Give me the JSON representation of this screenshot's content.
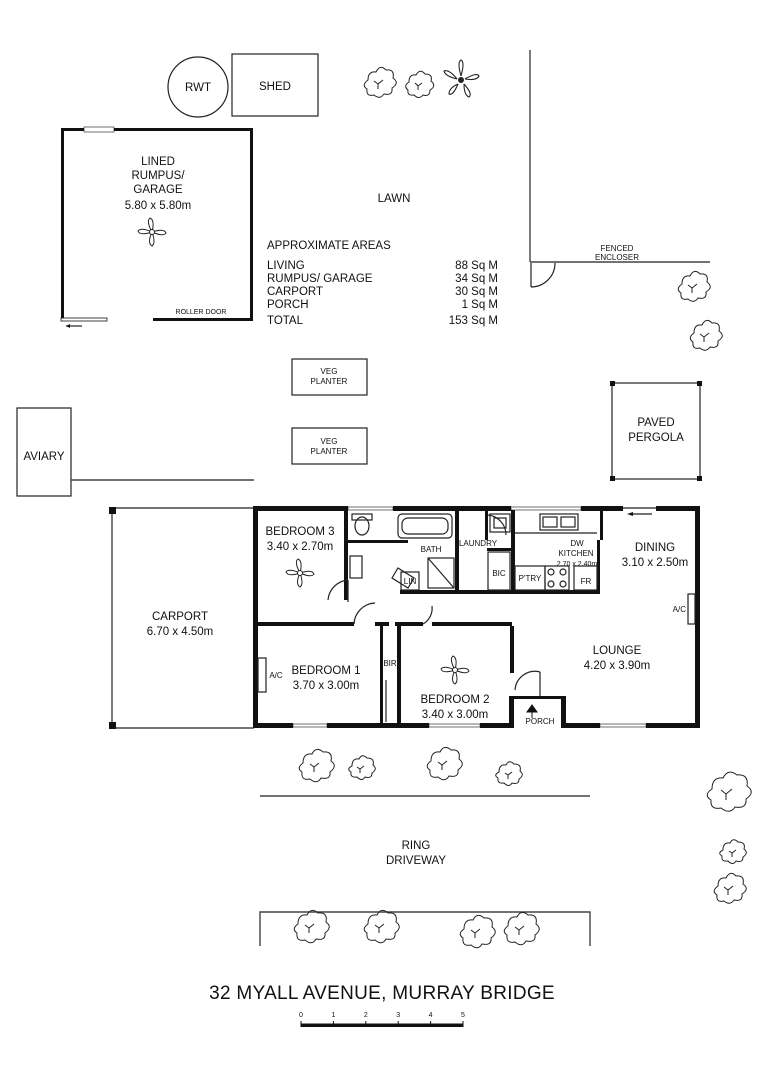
{
  "exterior": {
    "rwt": "RWT",
    "shed": "SHED",
    "lawn": "LAWN",
    "fenced_enclosure": [
      "FENCED",
      "ENCLOSER"
    ],
    "aviary": "AVIARY",
    "veg_planter": [
      "VEG",
      "PLANTER"
    ],
    "paved_pergola": [
      "PAVED",
      "PERGOLA"
    ],
    "ring_driveway": [
      "RING",
      "DRIVEWAY"
    ],
    "roller_door": "ROLLER DOOR"
  },
  "rooms": {
    "garage": {
      "name_lines": [
        "LINED",
        "RUMPUS/",
        "GARAGE"
      ],
      "dims": "5.80 x 5.80m"
    },
    "carport": {
      "name": "CARPORT",
      "dims": "6.70 x 4.50m"
    },
    "bedroom3": {
      "name": "BEDROOM 3",
      "dims": "3.40 x 2.70m"
    },
    "bedroom1": {
      "name": "BEDROOM 1",
      "dims": "3.70 x 3.00m"
    },
    "bedroom2": {
      "name": "BEDROOM 2",
      "dims": "3.40 x 3.00m"
    },
    "kitchen": {
      "name": "KITCHEN",
      "dims": "2.70 x 2.40m"
    },
    "dining": {
      "name": "DINING",
      "dims": "3.10 x 2.50m"
    },
    "lounge": {
      "name": "LOUNGE",
      "dims": "4.20 x 3.90m"
    }
  },
  "fixtures": {
    "bath": "BATH",
    "laundry": "LAUNDRY",
    "bic": "BIC",
    "lin": "LIN",
    "bir": "BIR",
    "ptry": "P'TRY",
    "dw": "DW",
    "fr": "FR",
    "ac": "A/C",
    "porch": "PORCH"
  },
  "areas": {
    "heading": "APPROXIMATE AREAS",
    "rows": [
      {
        "label": "LIVING",
        "value": "88 Sq M"
      },
      {
        "label": "RUMPUS/ GARAGE",
        "value": "34 Sq M"
      },
      {
        "label": "CARPORT",
        "value": "30 Sq M"
      },
      {
        "label": "PORCH",
        "value": "1 Sq M"
      },
      {
        "label": "TOTAL",
        "value": "153 Sq M"
      }
    ]
  },
  "address": "32 MYALL AVENUE, MURRAY BRIDGE",
  "scale_bar": {
    "ticks": [
      "0",
      "1",
      "2",
      "3",
      "4",
      "5"
    ]
  }
}
